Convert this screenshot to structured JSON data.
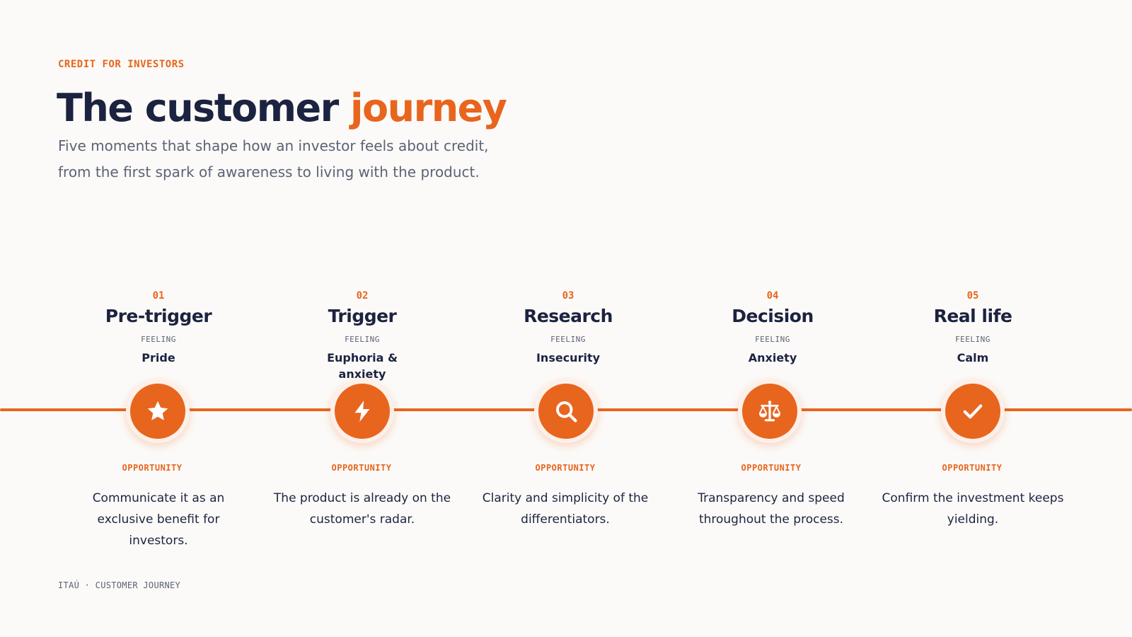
{
  "eyebrow": "CREDIT FOR INVESTORS",
  "title": {
    "main": "The customer ",
    "accent": "journey"
  },
  "subtitle": {
    "line1": "Five moments that shape how an investor feels about credit,",
    "line2": "from the first spark of awareness to living with the product."
  },
  "colors": {
    "accent": "#e8651e",
    "navy": "#1c2340",
    "muted": "#5d6275",
    "background": "#fcfaf8"
  },
  "stages": [
    {
      "number": "01",
      "name": "Pre-trigger",
      "feeling_label": "FEELING",
      "feeling": "Pride",
      "icon": "star-icon",
      "opportunity_label": "OPPORTUNITY",
      "opportunity": "Communicate it as an exclusive benefit for investors."
    },
    {
      "number": "02",
      "name": "Trigger",
      "feeling_label": "FEELING",
      "feeling": "Euphoria & anxiety",
      "icon": "lightning-icon",
      "opportunity_label": "OPPORTUNITY",
      "opportunity": "The product is already on the customer's radar."
    },
    {
      "number": "03",
      "name": "Research",
      "feeling_label": "FEELING",
      "feeling": "Insecurity",
      "icon": "search-icon",
      "opportunity_label": "OPPORTUNITY",
      "opportunity": "Clarity and simplicity of the differentiators."
    },
    {
      "number": "04",
      "name": "Decision",
      "feeling_label": "FEELING",
      "feeling": "Anxiety",
      "icon": "scale-icon",
      "opportunity_label": "OPPORTUNITY",
      "opportunity": "Transparency and speed throughout the process."
    },
    {
      "number": "05",
      "name": "Real life",
      "feeling_label": "FEELING",
      "feeling": "Calm",
      "icon": "checkmark-icon",
      "opportunity_label": "OPPORTUNITY",
      "opportunity": "Confirm the investment keeps yielding."
    }
  ],
  "footer": "ITAÚ · CUSTOMER JOURNEY"
}
